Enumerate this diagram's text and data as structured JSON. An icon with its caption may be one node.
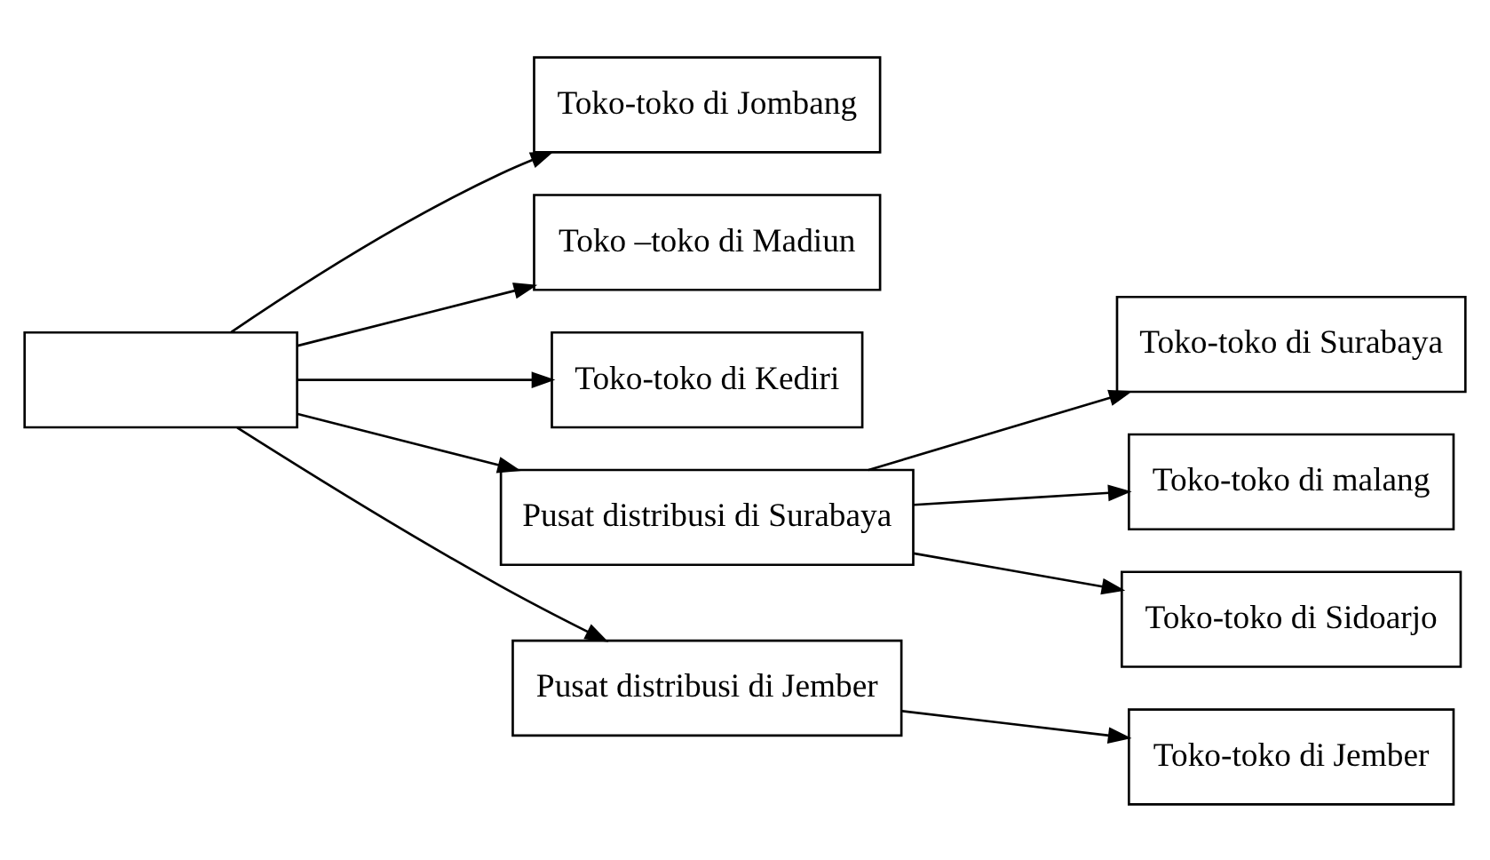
{
  "diagram": {
    "nodes": [
      {
        "text": [],
        "shape": "box"
      },
      {
        "text": [
          "Toko-toko di Jombang"
        ]
      },
      {
        "text": [
          "Toko –toko di Madiun"
        ]
      },
      {
        "text": [
          "Toko-toko di Kediri"
        ]
      },
      {
        "text": [
          "Pusat distribusi di Surabaya"
        ]
      },
      {
        "text": [
          "Toko-toko di Surabaya"
        ]
      },
      {
        "text": [
          "Toko-toko di malang"
        ]
      },
      {
        "text": [
          "Toko-toko di Sidoarjo"
        ]
      },
      {
        "text": [
          "Pusat distribusi di Jember"
        ]
      },
      {
        "text": [
          "Toko-toko di Jember"
        ]
      }
    ],
    "edges": [
      {
        "from": 0,
        "to": 1,
        "arrow": "to"
      },
      {
        "from": 0,
        "to": 2,
        "arrow": "to"
      },
      {
        "from": 0,
        "to": 3,
        "arrow": "to"
      },
      {
        "from": 0,
        "to": 4,
        "arrow": "to"
      },
      {
        "from": 0,
        "to": 8,
        "arrow": "to"
      },
      {
        "from": 4,
        "to": 5,
        "arrow": "to"
      },
      {
        "from": 4,
        "to": 6,
        "arrow": "to"
      },
      {
        "from": 4,
        "to": 7,
        "arrow": "to"
      },
      {
        "from": 8,
        "to": 9,
        "arrow": "to"
      }
    ]
  }
}
